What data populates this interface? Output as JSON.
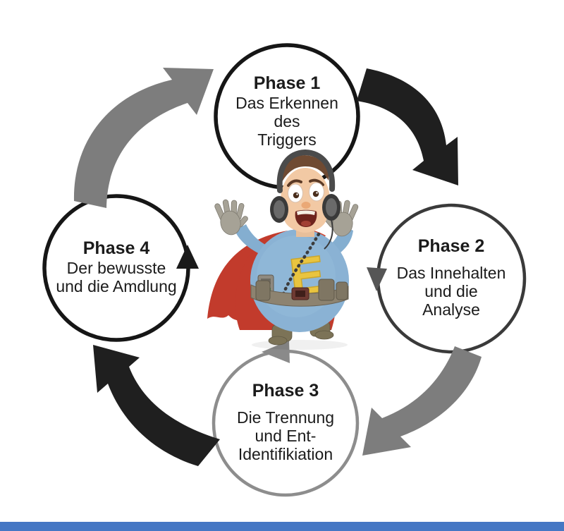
{
  "page": {
    "background_color": "#ffffff",
    "footer_bar_color": "#4577c4"
  },
  "diagram": {
    "phases": [
      {
        "title": "Phase 1",
        "lines": [
          "Das Erkennen",
          "des",
          "Triggers"
        ]
      },
      {
        "title": "Phase 2",
        "lines": [
          "Das Innehalten",
          "und die",
          "Analyse"
        ]
      },
      {
        "title": "Phase 3",
        "lines": [
          "Die Trennung",
          "und Ent-",
          "Identifikiation"
        ]
      },
      {
        "title": "Phase 4",
        "lines": [
          "Der bewusste",
          "und die Amdlung"
        ]
      }
    ],
    "colors": {
      "phase1_circle": "#161616",
      "phase2_circle": "#3a3a3a",
      "phase3_circle": "#8d8d8d",
      "phase4_circle": "#161616",
      "arrow_gray": "#7d7d7d",
      "arrow_black": "#1f1f1f",
      "text": "#1b1b1b"
    },
    "character": {
      "emblem_letter": "E",
      "cape_color": "#c23b2c",
      "suit_color": "#8ab2d4",
      "emblem_color": "#e9c43f",
      "glove_color": "#a6a296",
      "skin_color": "#f2c9a4",
      "headphones_color": "#3f3f3f"
    }
  }
}
